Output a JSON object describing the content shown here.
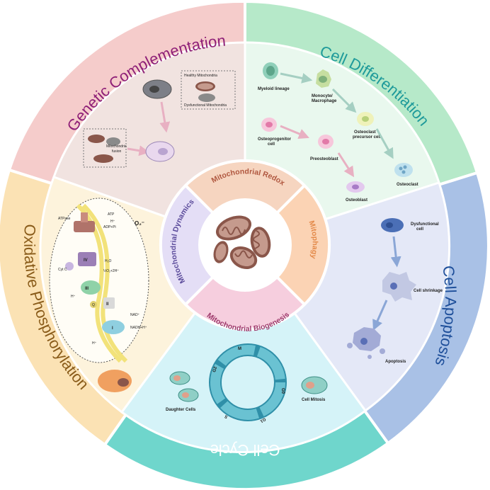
{
  "outer": {
    "genetic": "Genetic Complementation",
    "differentiation": "Cell  Differentiation",
    "apoptosis": "Cell Apoptosis",
    "cycle": "Cell Cycle",
    "oxphos": "Oxidative Phosphorylation"
  },
  "inner": {
    "redox": "Mitochondrial Redox",
    "mitophagy": "Mitophagy",
    "biogenesis": "Mitochondrial Biogenesis",
    "dynamics": "Mitochondrial Dynamics"
  },
  "genetic_panel": {
    "healthy": "Healthy Mitochondria",
    "dysfunctional": "Dysfunctional Mitochondria",
    "fusion_1": "Mitochondria",
    "fusion_2": "fusion"
  },
  "diff_panel": {
    "myeloid": "Myeloid lineage",
    "monocyte_1": "Monocyte/",
    "monocyte_2": "Macrophage",
    "osteoprogenitor_1": "Osteoprogenitor",
    "osteoprogenitor_2": "cell",
    "preosteoblast": "Preosteoblast",
    "precursor_1": "Osteoclast",
    "precursor_2": "precursor cell",
    "osteoblast": "Osteoblast",
    "osteoclast": "Osteoclast"
  },
  "apoptosis_panel": {
    "dysfunctional_1": "Dysfunctional",
    "dysfunctional_2": "cell",
    "shrinkage": "Cell shrinkage",
    "apoptosis": "Apoptosis"
  },
  "cycle_panel": {
    "phase_m": "M",
    "phase_g0": "G0",
    "phase_g1": "G1",
    "phase_s": "S",
    "phase_g2": "G2",
    "daughter": "Daughter Cells",
    "mitosis": "Cell Mitosis"
  },
  "oxphos_panel": {
    "atpase": "ATPase",
    "atp": "ATP",
    "hplus": "H⁺",
    "adp": "ADP+Pi",
    "o2": "O₂⁻",
    "cytc": "Cyt C",
    "h2o": "H₂O",
    "o2half": "½O₂+2H⁺",
    "complex_iv": "IV",
    "complex_iii": "III",
    "complex_ii": "II",
    "complex_i": "I",
    "q": "Q",
    "nad": "NAD⁺",
    "nadh": "NADH+H⁺",
    "hplus_left": "H⁺",
    "hplus_bottom": "H⁺"
  },
  "colors": {
    "genetic": "#f5cccb",
    "differentiation": "#b5e8c8",
    "apoptosis": "#a9c1e6",
    "cycle": "#6ed6cc",
    "oxphos": "#fbe2b4",
    "genetic_text": "#8e1f77",
    "diff_text": "#1e9a9a",
    "apoptosis_text": "#1e4f9a",
    "cycle_text": "#ffffff",
    "oxphos_text": "#8a5c1a"
  }
}
